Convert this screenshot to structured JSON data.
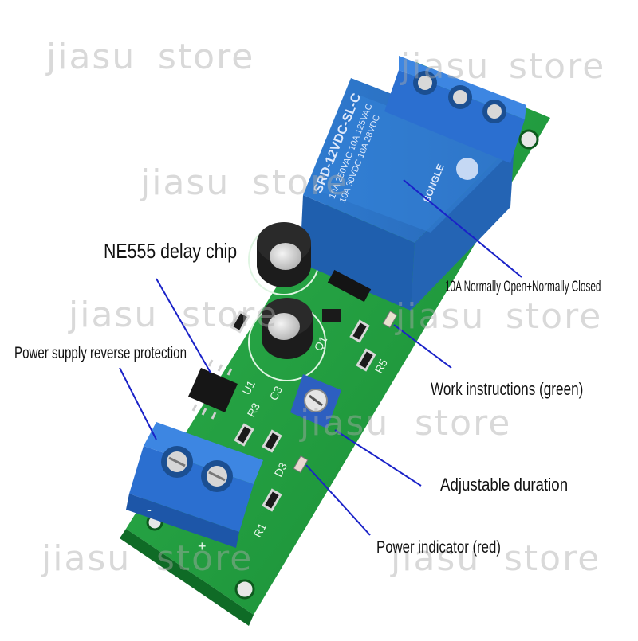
{
  "watermark": {
    "text1": "jiasu",
    "text2": "store"
  },
  "relay": {
    "model": "SRD-12VDC-SL-C",
    "rating1": "10A 250VAC 10A 125VAC",
    "rating2": "10A 30VDC 10A 28VDC",
    "brand": "SONGLE"
  },
  "silkscreen": {
    "u1": "U1",
    "r1": "R1",
    "r3": "R3",
    "r5": "R5",
    "c3": "C3",
    "d3": "D3",
    "q1": "Q1",
    "plus": "+",
    "minus": "-"
  },
  "callouts": {
    "chip": "NE555 delay chip",
    "reverse": "Power supply reverse protection",
    "relay_contacts": "10A Normally Open+Normally Closed",
    "work_led": "Work instructions (green)",
    "duration": "Adjustable duration",
    "power_led": "Power indicator (red)"
  },
  "colors": {
    "pcb": "#1f9a3c",
    "relay": "#2f77c9",
    "terminal": "#2b6fd0",
    "leader_line": "#1a22c8"
  }
}
